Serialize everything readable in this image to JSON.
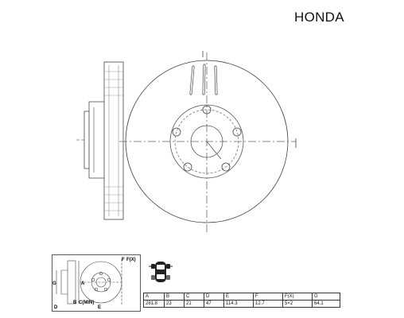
{
  "brand": "HONDA",
  "legend_labels": {
    "a": "A",
    "b": "B",
    "c": "C(MIN)",
    "d": "D",
    "e": "E",
    "f": "F",
    "fx": "F(X)",
    "g": "G"
  },
  "spec_table": {
    "headers": [
      "A",
      "B",
      "C",
      "D",
      "E",
      "F",
      "F(X)",
      "G"
    ],
    "values": [
      "281.8",
      "23",
      "21",
      "47",
      "114.3",
      "12.7",
      "5×2",
      "64.1"
    ]
  }
}
